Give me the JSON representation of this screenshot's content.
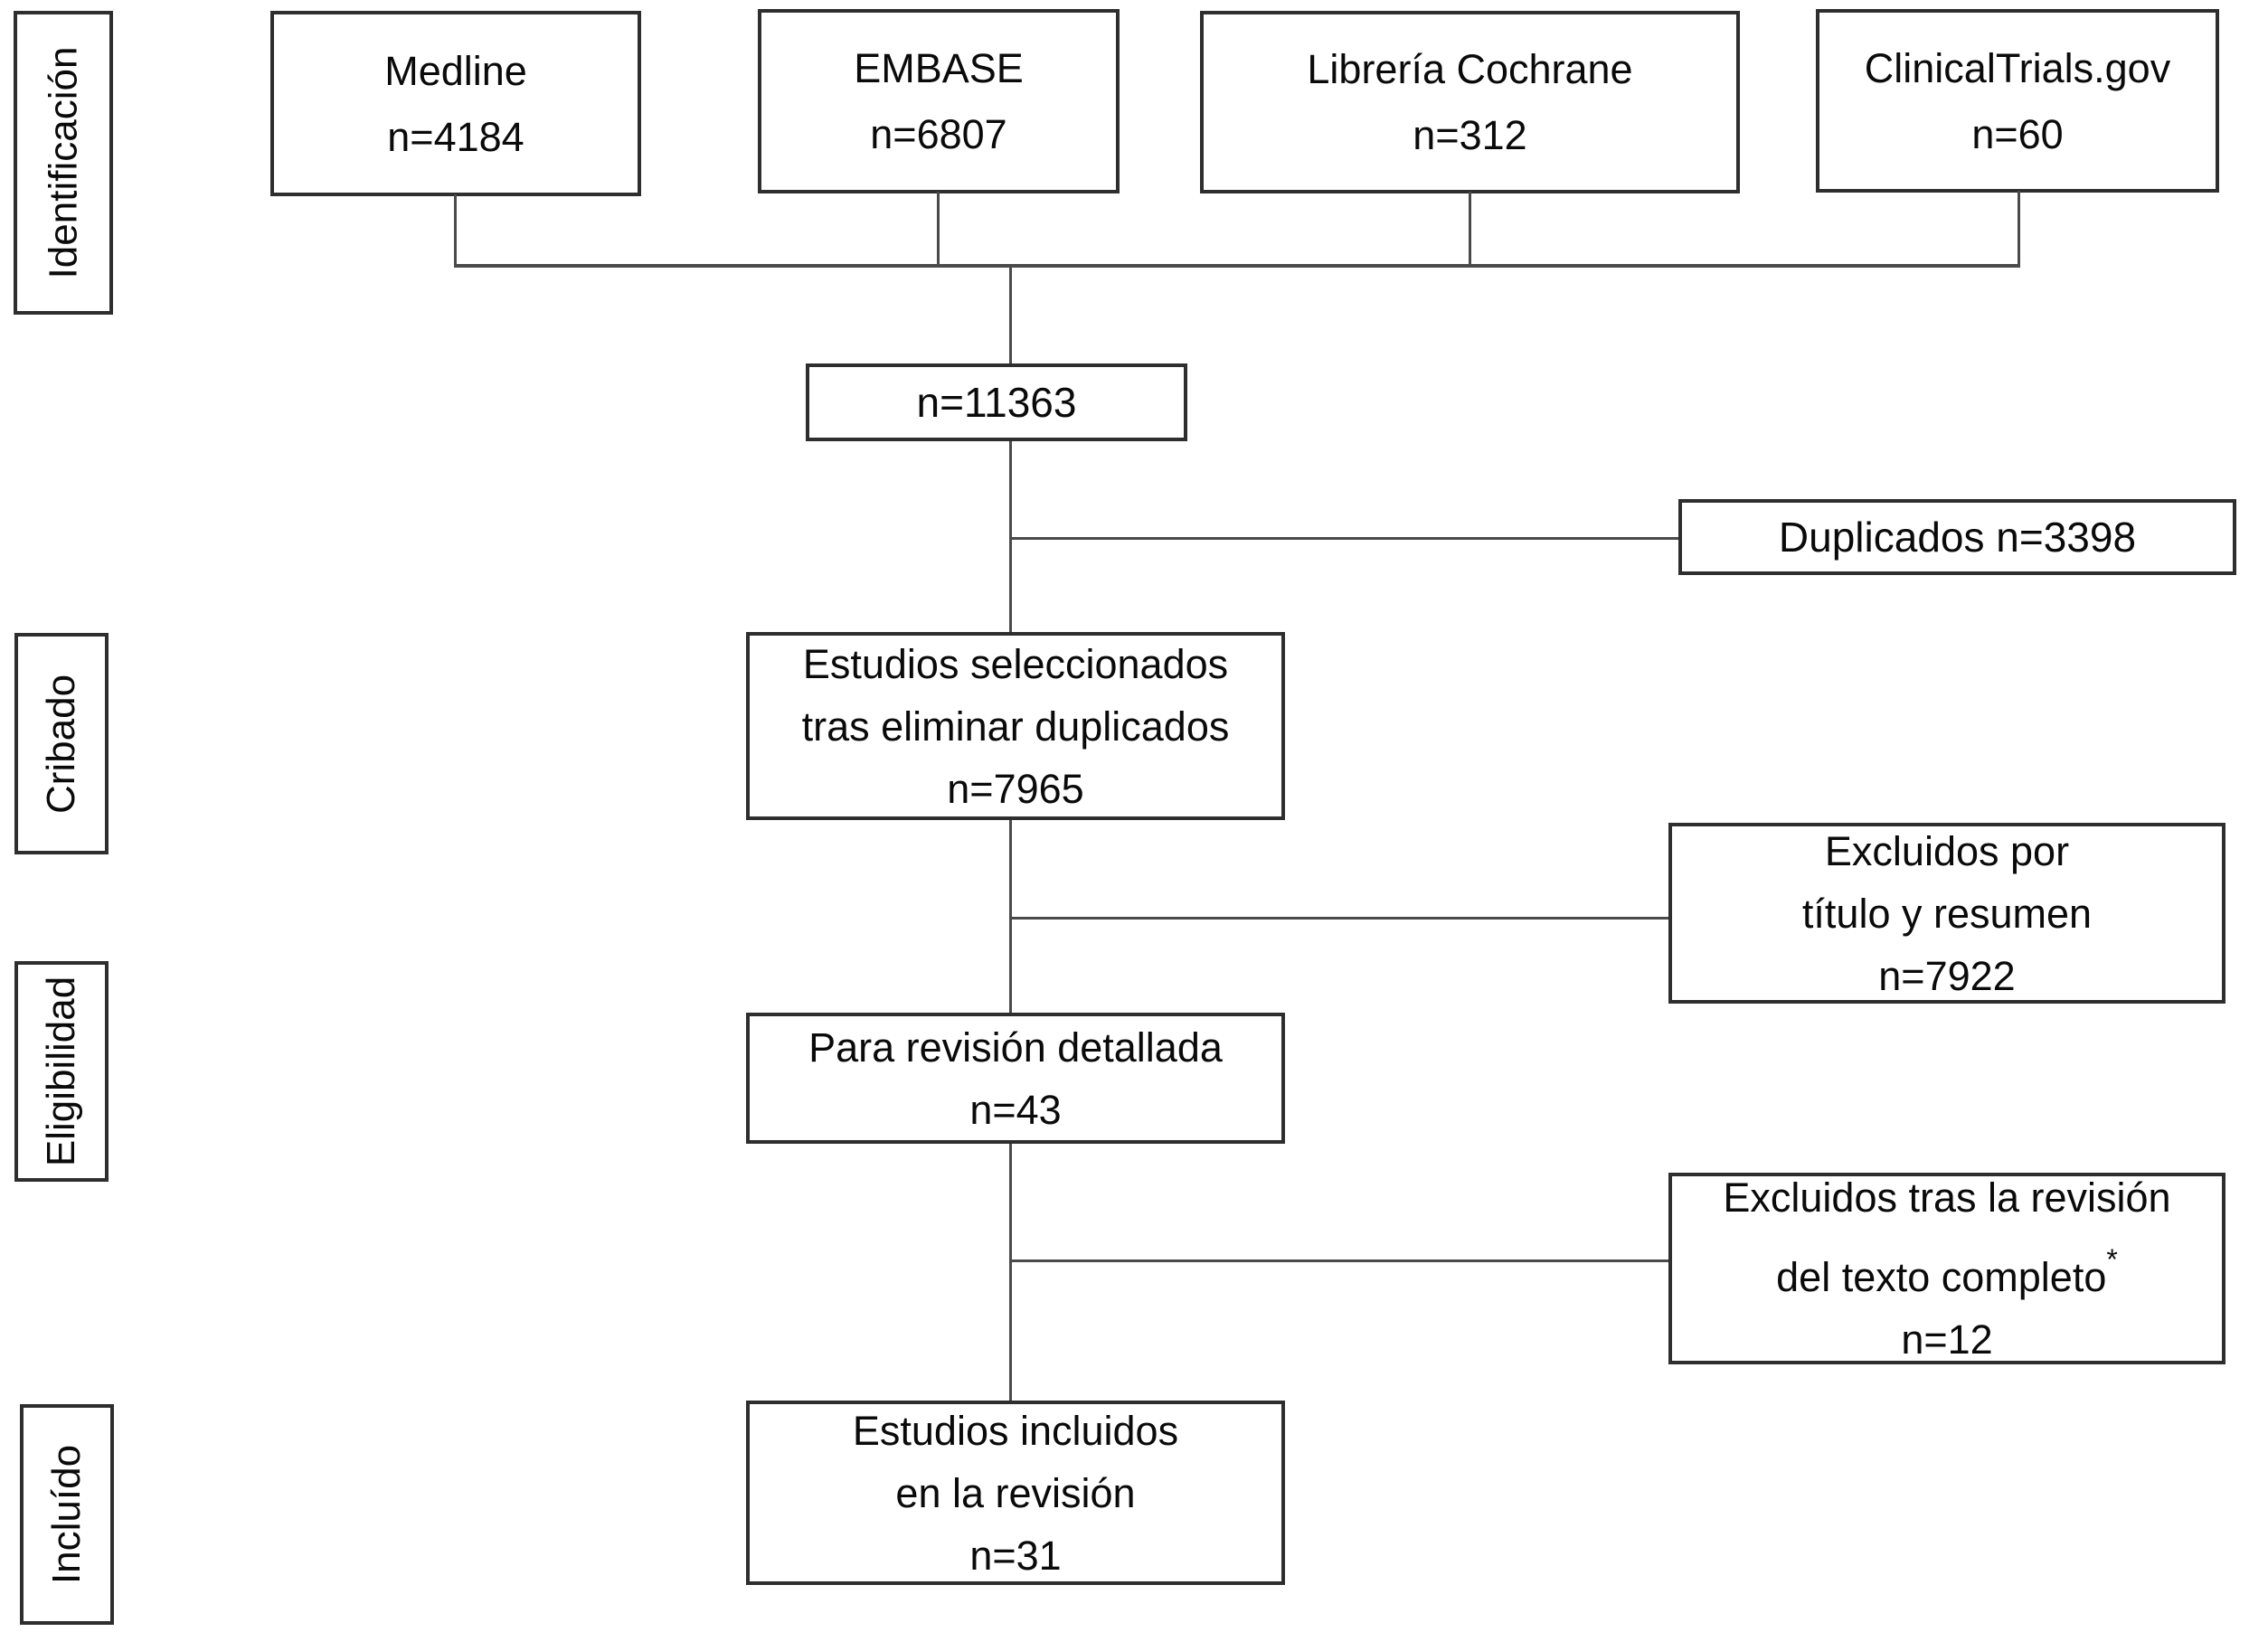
{
  "figure": {
    "type": "prisma-flow-diagram",
    "language": "es"
  },
  "stage_labels": [
    "Identificación",
    "Cribado",
    "Eligibilidad",
    "Incluído"
  ],
  "sources": [
    {
      "name": "Medline",
      "count": "n=4184"
    },
    {
      "name": "EMBASE",
      "count": "n=6807"
    },
    {
      "name": "Librería Cochrane",
      "count": "n=312"
    },
    {
      "name": "ClinicalTrials.gov",
      "count": "n=60"
    }
  ],
  "flow": {
    "total": {
      "count": "n=11363"
    },
    "duplicates": {
      "text": "Duplicados n=3398"
    },
    "screened": {
      "line1": "Estudios seleccionados",
      "line2": "tras eliminar duplicados",
      "count": "n=7965"
    },
    "excluded_title_abstract": {
      "line1": "Excluidos por",
      "line2": "título y resumen",
      "count": "n=7922"
    },
    "full_review": {
      "line1": "Para revisión detallada",
      "count": "n=43"
    },
    "excluded_full_text": {
      "line1": "Excluidos tras la revisión",
      "line2": "del texto completo",
      "footnote_marker": "*",
      "count": "n=12"
    },
    "included": {
      "line1": "Estudios incluidos",
      "line2": "en la revisión",
      "count": "n=31"
    }
  },
  "colors": {
    "background": "#ffffff",
    "box_border": "#2e2e2e",
    "connector_line": "#4a4a4a",
    "text": "#0a0a0a"
  }
}
